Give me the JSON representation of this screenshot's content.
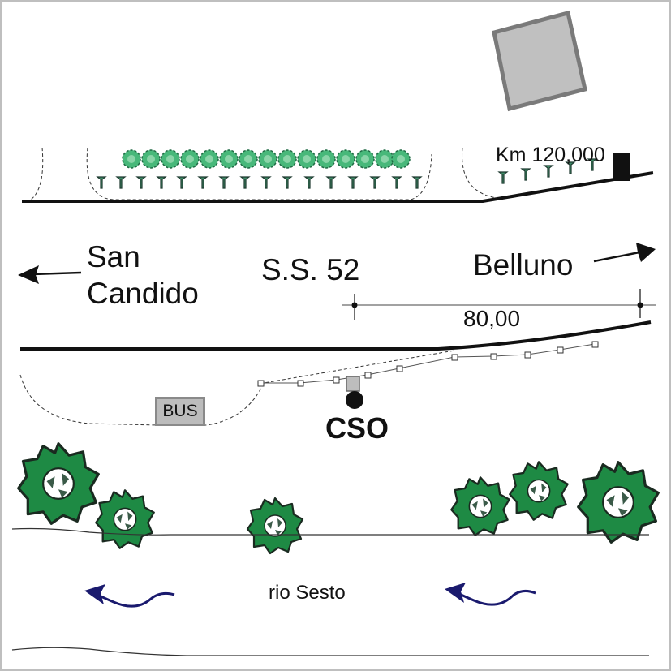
{
  "road_name": "S.S. 52",
  "direction_west": {
    "line1": "San",
    "line2": "Candido"
  },
  "direction_east": "Belluno",
  "kilometer_marker": "Km 120,000",
  "distance_label": "80,00",
  "bus_stop_label": "BUS",
  "station_label": "CSO",
  "river_label": "rio Sesto",
  "colors": {
    "road": "#111111",
    "building": "#c0c0c0",
    "bush_fill": "#1e8a44",
    "tree_leaf": "#3e8a66",
    "river_arrow": "#1a1a6e"
  }
}
